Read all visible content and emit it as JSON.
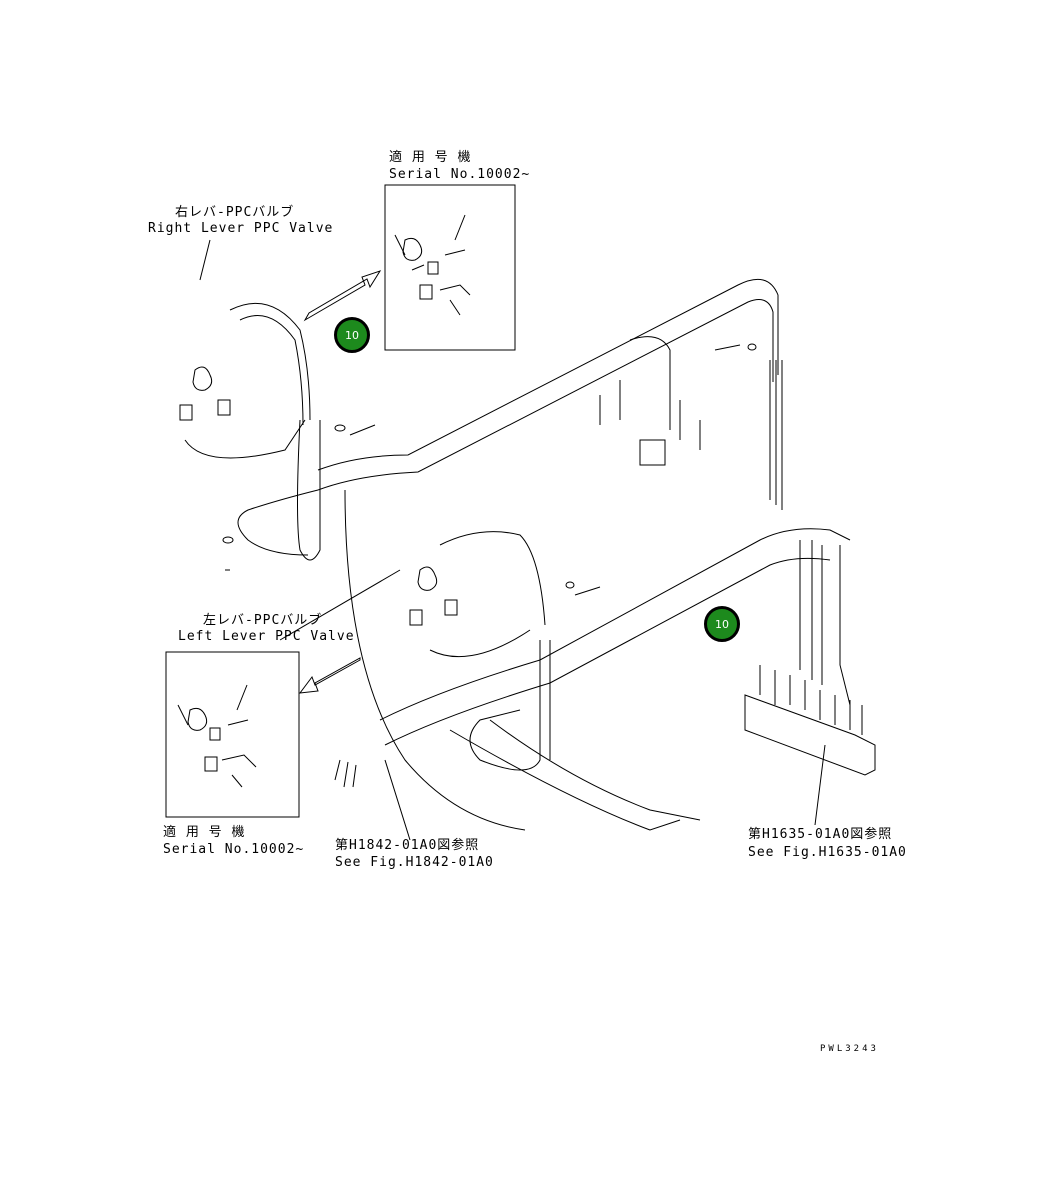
{
  "callouts": [
    {
      "number": "10"
    },
    {
      "number": "10"
    }
  ],
  "labels": {
    "serial_top_jp": "適 用 号 機",
    "serial_top_en": "Serial No.10002~",
    "right_valve_jp": "右レバ-PPCバルブ",
    "right_valve_en": "Right Lever PPC Valve",
    "left_valve_jp": "左レバ-PPCバルブ",
    "left_valve_en": "Left Lever PPC Valve",
    "serial_bottom_jp": "適 用 号 機",
    "serial_bottom_en": "Serial No.10002~",
    "ref_1842_jp": "第H1842-01A0図参照",
    "ref_1842_en": "See Fig.H1842-01A0",
    "ref_1635_jp": "第H1635-01A0図参照",
    "ref_1635_en": "See Fig.H1635-01A0",
    "drawing_code": "PWL3243"
  },
  "colors": {
    "callout_fill": "#1d8a1d",
    "line": "#000000"
  }
}
